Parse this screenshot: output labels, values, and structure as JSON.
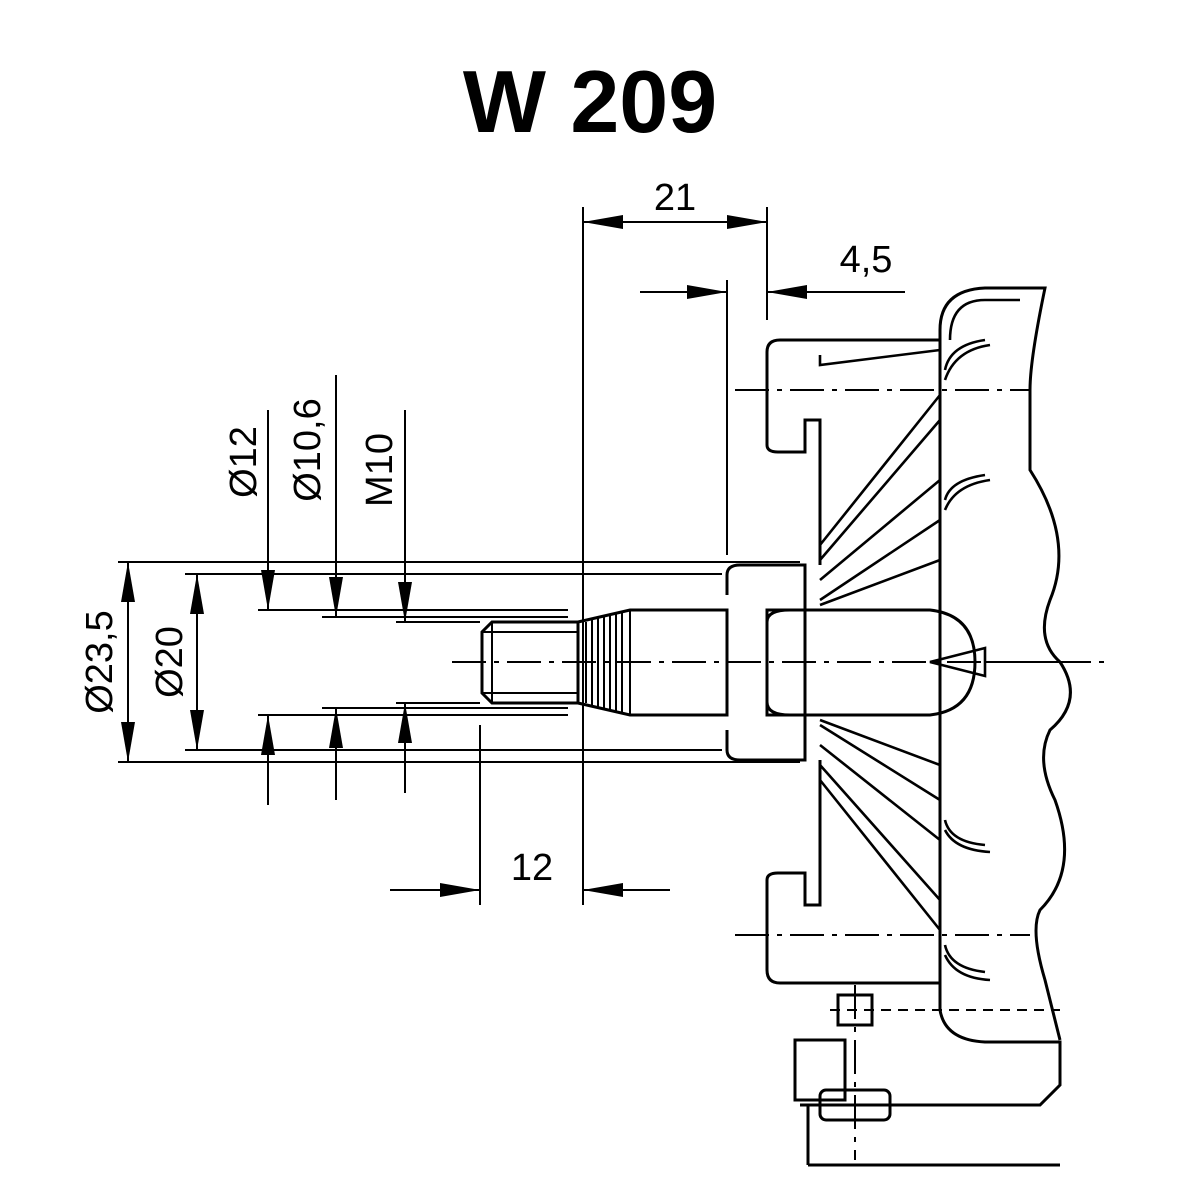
{
  "title": "W 209",
  "dimensions": {
    "d_23_5": "Ø23,5",
    "d_20": "Ø20",
    "d_12": "Ø12",
    "d_10_6": "Ø10,6",
    "m10": "M10",
    "len_21": "21",
    "len_4_5": "4,5",
    "len_12": "12"
  }
}
